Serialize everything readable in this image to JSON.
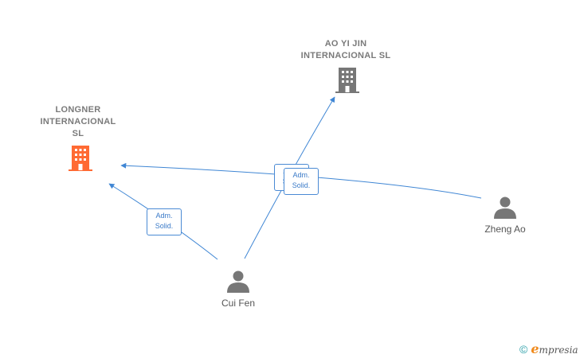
{
  "colors": {
    "edge": "#3f86d4",
    "company_active": "#ff6a33",
    "company_default": "#777777",
    "person": "#777777"
  },
  "nodes": {
    "longner": {
      "name_lines": [
        "LONGNER",
        "INTERNACIONAL",
        "SL"
      ],
      "icon": "building-icon"
    },
    "aoyijin": {
      "name_lines": [
        "AO YI JIN",
        "INTERNACIONAL SL"
      ],
      "icon": "building-icon"
    },
    "cuifen": {
      "name": "Cui Fen",
      "icon": "person-icon"
    },
    "zhengao": {
      "name": "Zheng Ao",
      "icon": "person-icon"
    }
  },
  "edges": {
    "cuifen_longner": {
      "label_lines": [
        "Adm.",
        "Solid."
      ]
    },
    "cuifen_aoyijin": {
      "label_lines": [
        "Adm.",
        "Solid."
      ]
    },
    "zhengao_longner": {
      "label_lines": [
        "Adm.",
        "Solid."
      ]
    }
  },
  "brand": {
    "copyright": "©",
    "initial": "e",
    "rest": "mpresia"
  }
}
